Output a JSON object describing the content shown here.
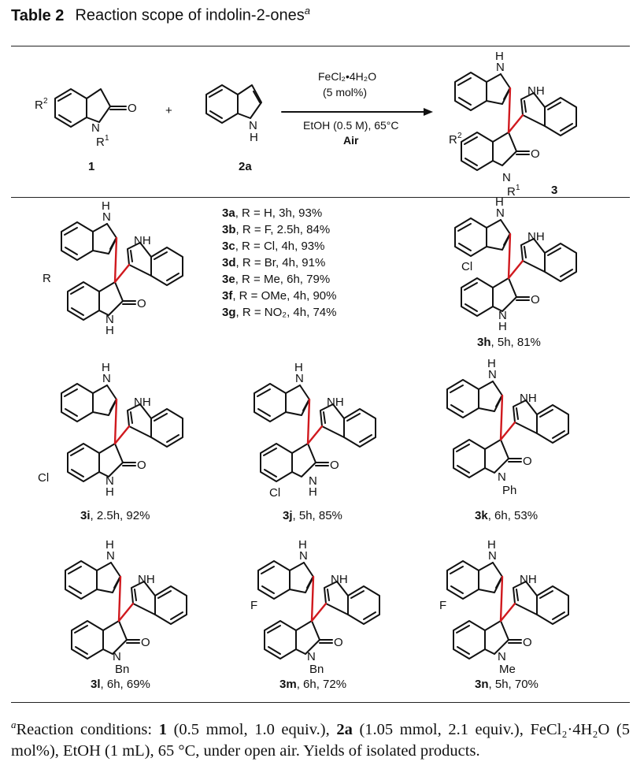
{
  "caption": {
    "table_no": "Table 2",
    "title": "Reaction scope of indolin-2-ones",
    "note_mark": "a"
  },
  "scheme": {
    "reactant1_label": "1",
    "reactant2_label": "2a",
    "product_label": "3",
    "plus": "+",
    "conditions": {
      "line1": "FeCl₂•4H₂O",
      "line2": "(5 mol%)",
      "line3": "EtOH (0.5 M), 65°C",
      "line4": "Air"
    }
  },
  "r_series": [
    {
      "code": "3a",
      "text": ", R = H, 3h, 93%"
    },
    {
      "code": "3b",
      "text": ", R = F, 2.5h, 84%"
    },
    {
      "code": "3c",
      "text": ", R = Cl, 4h, 93%"
    },
    {
      "code": "3d",
      "text": ", R = Br, 4h, 91%"
    },
    {
      "code": "3e",
      "text": ", R = Me, 6h, 79%"
    },
    {
      "code": "3f",
      "text": ", R = OMe, 4h, 90%"
    },
    {
      "code": "3g",
      "text": ", R = NO₂, 4h, 74%"
    }
  ],
  "products": [
    {
      "code": "3h",
      "text": ", 5h, 81%",
      "sub": "Cl"
    },
    {
      "code": "3i",
      "text": ", 2.5h, 92%",
      "sub": "Cl"
    },
    {
      "code": "3j",
      "text": ", 5h, 85%",
      "sub": "Cl"
    },
    {
      "code": "3k",
      "text": ", 6h, 53%",
      "sub": "Ph"
    },
    {
      "code": "3l",
      "text": ", 6h, 69%",
      "sub": "Bn"
    },
    {
      "code": "3m",
      "text": ", 6h, 72%",
      "sub": "Bn"
    },
    {
      "code": "3n",
      "text": ", 5h, 70%",
      "sub": "Me"
    }
  ],
  "footnote": {
    "mark": "a",
    "p1": "Reaction conditions: ",
    "b1": "1",
    "p2": " (0.5 mmol, 1.0 equiv.), ",
    "b2": "2a",
    "p3": " (1.05 mmol, 2.1 equiv.), FeCl₂·4H₂O (5 mol%), EtOH (1 mL), 65 °C, under open air. Yields of isolated products."
  },
  "colors": {
    "new_bond": "#d0191e",
    "ink": "#111111"
  }
}
